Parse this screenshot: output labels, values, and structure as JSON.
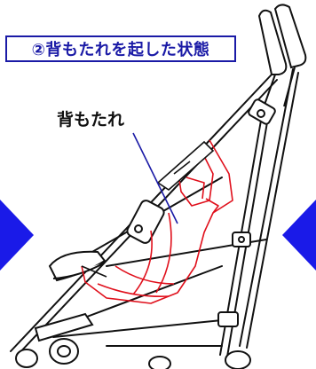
{
  "title": "②背もたれを起した状態",
  "callout": "背もたれ",
  "colors": {
    "title_border": "#1a1aa6",
    "title_text": "#1a1aa6",
    "nav_arrow": "#1a1ae8",
    "callout_line": "#1a1aa6",
    "seat_outline": "#e0101c",
    "frame_line": "#111111"
  },
  "nav": {
    "prev_icon": "triangle-left",
    "next_icon": "triangle-right"
  }
}
